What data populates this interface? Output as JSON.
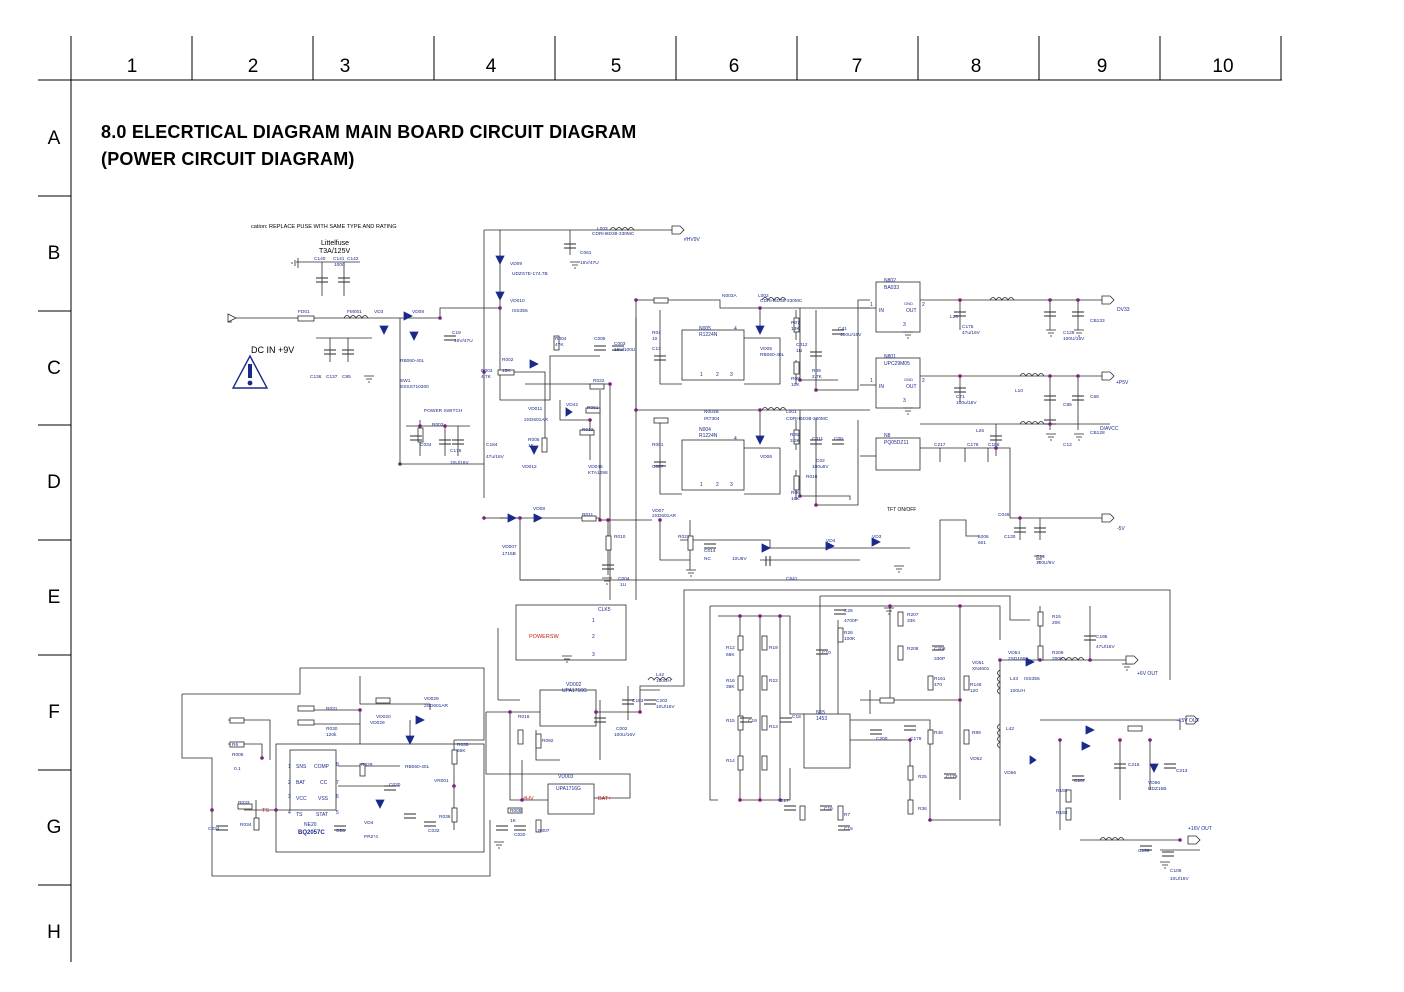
{
  "page": {
    "title_line1": "8.0 ELECRTICAL DIAGRAM    MAIN BOARD CIRCUIT DIAGRAM",
    "title_line2": "(POWER CIRCUIT DIAGRAM)"
  },
  "grid": {
    "columns": [
      "1",
      "2",
      "3",
      "4",
      "5",
      "6",
      "7",
      "8",
      "9",
      "10"
    ],
    "rows": [
      "A",
      "B",
      "C",
      "D",
      "E",
      "F",
      "G",
      "H"
    ]
  },
  "notes": {
    "caution": "cation: REPLACE PUSE WITH SAME TYPE AND RATING",
    "fuse_brand": "Littelfuse",
    "fuse_rating": "T3A/125V",
    "dc_in": "DC IN +9V",
    "tft": "TFT ON/OFF",
    "powersw": "POWERSW"
  },
  "nets": {
    "hv9v": "#HV9V",
    "dv33": "DV33",
    "p5v": "+P5V",
    "davcc": "D/AVCC",
    "m5v": "-5V",
    "p6v": "+6V OUT",
    "m15v": "-15V OUT",
    "p16v": "+16V OUT",
    "ts": "TS",
    "bat": "BAT+",
    "hv": "#HV"
  },
  "ics": {
    "bq": {
      "ref": "NE20",
      "part": "BQ2057C",
      "p1": "SNS",
      "p2": "BAT",
      "p3": "VCC",
      "p4": "TS",
      "p5": "STAT",
      "p6": "VSS",
      "p7": "CC",
      "p8": "COMP"
    },
    "ba033": {
      "ref": "N802",
      "part": "BA033",
      "in": "IN",
      "out": "OUT",
      "gnd": "GND"
    },
    "upc": {
      "ref": "N801",
      "part": "UPC29M05",
      "in": "IN",
      "out": "OUT",
      "gnd": "GND"
    },
    "pq": {
      "ref": "N8",
      "part": "PQ05DZ11"
    },
    "n005": {
      "ref": "N005",
      "part": "R1224N"
    },
    "n004": {
      "ref": "N004",
      "part": "R1224N"
    },
    "n15": {
      "ref": "N15",
      "part": "1453"
    },
    "clk": {
      "ref": "CLK5"
    },
    "vd002": {
      "ref": "VD002",
      "part": "UPA1716G"
    },
    "vd003": {
      "ref": "VD003",
      "part": "UPA1716G"
    }
  },
  "labels": [
    {
      "id": "l1",
      "text": "L003"
    },
    {
      "id": "l2",
      "text": "CDRH6D38-330MC"
    },
    {
      "id": "l3",
      "text": "C061"
    },
    {
      "id": "l4",
      "text": "16V/47U"
    },
    {
      "id": "l5",
      "text": "VD09"
    },
    {
      "id": "l6",
      "text": "UDZS7E-174.7B"
    },
    {
      "id": "l7",
      "text": "VD010"
    },
    {
      "id": "l8",
      "text": "ISS355"
    },
    {
      "id": "l9",
      "text": "C140"
    },
    {
      "id": "l10",
      "text": "C141"
    },
    {
      "id": "l11",
      "text": "C142"
    },
    {
      "id": "l12",
      "text": "100n"
    },
    {
      "id": "l13",
      "text": "FD01"
    },
    {
      "id": "l14",
      "text": "FM001"
    },
    {
      "id": "l15",
      "text": "VD3"
    },
    {
      "id": "l16",
      "text": "VD08"
    },
    {
      "id": "l17",
      "text": "RB060-40L"
    },
    {
      "id": "l18",
      "text": "C19"
    },
    {
      "id": "l19",
      "text": "16V/47U"
    },
    {
      "id": "l20",
      "text": "C136"
    },
    {
      "id": "l21",
      "text": "C137"
    },
    {
      "id": "l22",
      "text": "C85"
    },
    {
      "id": "l23",
      "text": "SW1"
    },
    {
      "id": "l24",
      "text": "SSSS710300"
    },
    {
      "id": "l25",
      "text": "POWER SWITCH"
    },
    {
      "id": "l26",
      "text": "R003"
    },
    {
      "id": "l27",
      "text": "4.7K"
    },
    {
      "id": "l28",
      "text": "R002"
    },
    {
      "id": "l29",
      "text": "15K"
    },
    {
      "id": "l30",
      "text": "VD011"
    },
    {
      "id": "l31",
      "text": "2SD601AR"
    },
    {
      "id": "l32",
      "text": "R004"
    },
    {
      "id": "l33",
      "text": "47K"
    },
    {
      "id": "l34",
      "text": "C005"
    },
    {
      "id": "l35",
      "text": "C003"
    },
    {
      "id": "l36",
      "text": "16V/100U"
    },
    {
      "id": "l37",
      "text": "R04"
    },
    {
      "id": "l38",
      "text": "10"
    },
    {
      "id": "l39",
      "text": "C13"
    },
    {
      "id": "l40",
      "text": "N003A"
    },
    {
      "id": "l41",
      "text": "L002"
    },
    {
      "id": "l42",
      "text": "CDRH6D38-330MC"
    },
    {
      "id": "l43",
      "text": "R07"
    },
    {
      "id": "l44",
      "text": "13K"
    },
    {
      "id": "l45",
      "text": "C012"
    },
    {
      "id": "l46",
      "text": "1N"
    },
    {
      "id": "l47",
      "text": "C41"
    },
    {
      "id": "l48",
      "text": "100U/16V"
    },
    {
      "id": "l49",
      "text": "VD05"
    },
    {
      "id": "l50",
      "text": "RB060-40L"
    },
    {
      "id": "l51",
      "text": "R08"
    },
    {
      "id": "l52",
      "text": "10K"
    },
    {
      "id": "l53",
      "text": "R09"
    },
    {
      "id": "l54",
      "text": "2.7K"
    },
    {
      "id": "l55",
      "text": "R022"
    },
    {
      "id": "l56",
      "text": "VD42"
    },
    {
      "id": "l57",
      "text": "R061"
    },
    {
      "id": "l58",
      "text": "R012"
    },
    {
      "id": "l59",
      "text": "R005"
    },
    {
      "id": "l60",
      "text": "1K"
    },
    {
      "id": "l61",
      "text": "VD012"
    },
    {
      "id": "l62",
      "text": "VD045"
    },
    {
      "id": "l63",
      "text": "KTA1298"
    },
    {
      "id": "l64",
      "text": "N003B"
    },
    {
      "id": "l65",
      "text": "IR7304"
    },
    {
      "id": "l66",
      "text": "L001"
    },
    {
      "id": "l67",
      "text": "CDRH6D38-220MC"
    },
    {
      "id": "l68",
      "text": "R05"
    },
    {
      "id": "l69",
      "text": "3.3K"
    },
    {
      "id": "l70",
      "text": "C011"
    },
    {
      "id": "l71",
      "text": "C08"
    },
    {
      "id": "l72",
      "text": "VD06"
    },
    {
      "id": "l73",
      "text": "C02"
    },
    {
      "id": "l74",
      "text": "100u6V"
    },
    {
      "id": "l75",
      "text": "R010"
    },
    {
      "id": "l76",
      "text": "R06"
    },
    {
      "id": "l77",
      "text": "10K"
    },
    {
      "id": "l78",
      "text": "R001"
    },
    {
      "id": "l79",
      "text": "C007"
    },
    {
      "id": "l80",
      "text": "C184"
    },
    {
      "id": "l81",
      "text": "47u/16V"
    },
    {
      "id": "l82",
      "text": "R003"
    },
    {
      "id": "l83",
      "text": "C034"
    },
    {
      "id": "l84",
      "text": "C176"
    },
    {
      "id": "l85",
      "text": "10U/16V"
    },
    {
      "id": "l86",
      "text": "VD007"
    },
    {
      "id": "l87",
      "text": "1715B"
    },
    {
      "id": "l88",
      "text": "VD08"
    },
    {
      "id": "l89",
      "text": "R011"
    },
    {
      "id": "l90",
      "text": "R010"
    },
    {
      "id": "l91",
      "text": "VD07"
    },
    {
      "id": "l92",
      "text": "2SD601AR"
    },
    {
      "id": "l93",
      "text": "R021"
    },
    {
      "id": "l94",
      "text": "C014"
    },
    {
      "id": "l95",
      "text": "NC"
    },
    {
      "id": "l96",
      "text": "C004"
    },
    {
      "id": "l97",
      "text": "1U"
    },
    {
      "id": "l98",
      "text": "C641"
    },
    {
      "id": "l99",
      "text": "10U6V"
    },
    {
      "id": "l100",
      "text": "VD4"
    },
    {
      "id": "l101",
      "text": "VD3"
    },
    {
      "id": "l102",
      "text": "C046"
    },
    {
      "id": "l103",
      "text": "L006"
    },
    {
      "id": "l104",
      "text": "601"
    },
    {
      "id": "l105",
      "text": "C130"
    },
    {
      "id": "l106",
      "text": "C14"
    },
    {
      "id": "l107",
      "text": "100U/6V"
    },
    {
      "id": "l108",
      "text": "C217"
    },
    {
      "id": "l109",
      "text": "C176"
    },
    {
      "id": "l110",
      "text": "C186"
    },
    {
      "id": "l111",
      "text": "L20"
    },
    {
      "id": "l112",
      "text": "C175"
    },
    {
      "id": "l113",
      "text": "47u/16V"
    },
    {
      "id": "l114",
      "text": "C126"
    },
    {
      "id": "l115",
      "text": "100U/16V"
    },
    {
      "id": "l116",
      "text": "CB133"
    },
    {
      "id": "l117",
      "text": "C71"
    },
    {
      "id": "l118",
      "text": "100u/16V"
    },
    {
      "id": "l119",
      "text": "L10"
    },
    {
      "id": "l120",
      "text": "C85"
    },
    {
      "id": "l121",
      "text": "C68"
    },
    {
      "id": "l122",
      "text": "C12"
    },
    {
      "id": "l123",
      "text": "CB128"
    },
    {
      "id": "l124",
      "text": "L26"
    },
    {
      "id": "l125",
      "text": "C25"
    },
    {
      "id": "l126",
      "text": "4700P"
    },
    {
      "id": "l127",
      "text": "R26"
    },
    {
      "id": "l128",
      "text": "100K"
    },
    {
      "id": "l129",
      "text": "R207"
    },
    {
      "id": "l130",
      "text": "33K"
    },
    {
      "id": "l131",
      "text": "R208"
    },
    {
      "id": "l132",
      "text": "C206"
    },
    {
      "id": "l133",
      "text": "330P"
    },
    {
      "id": "l134",
      "text": "VD51"
    },
    {
      "id": "l135",
      "text": "XN4601"
    },
    {
      "id": "l136",
      "text": "R161"
    },
    {
      "id": "l137",
      "text": "470"
    },
    {
      "id": "l138",
      "text": "R146"
    },
    {
      "id": "l139",
      "text": "120"
    },
    {
      "id": "l140",
      "text": "VD54"
    },
    {
      "id": "l141",
      "text": "2SD1664"
    },
    {
      "id": "l142",
      "text": "L43"
    },
    {
      "id": "l143",
      "text": "100UH"
    },
    {
      "id": "l144",
      "text": "ISS355"
    },
    {
      "id": "l145",
      "text": "R15"
    },
    {
      "id": "l146",
      "text": "20K"
    },
    {
      "id": "l147",
      "text": "R209"
    },
    {
      "id": "l148",
      "text": "200K"
    },
    {
      "id": "l149",
      "text": "C195"
    },
    {
      "id": "l150",
      "text": "47U/16V"
    },
    {
      "id": "l151",
      "text": "R12"
    },
    {
      "id": "l152",
      "text": "68K"
    },
    {
      "id": "l153",
      "text": "R16"
    },
    {
      "id": "l154",
      "text": "39K"
    },
    {
      "id": "l155",
      "text": "R19"
    },
    {
      "id": "l156",
      "text": "R22"
    },
    {
      "id": "l157",
      "text": "C10"
    },
    {
      "id": "l158",
      "text": "L42"
    },
    {
      "id": "l159",
      "text": "100UH"
    },
    {
      "id": "l160",
      "text": "C183"
    },
    {
      "id": "l161",
      "text": "C202"
    },
    {
      "id": "l162",
      "text": "10U/16V"
    },
    {
      "id": "l163",
      "text": "R15"
    },
    {
      "id": "l164",
      "text": "C19"
    },
    {
      "id": "l165",
      "text": "R13"
    },
    {
      "id": "l166",
      "text": "C18"
    },
    {
      "id": "l167",
      "text": "C200"
    },
    {
      "id": "l168",
      "text": "C178"
    },
    {
      "id": "l169",
      "text": "R48"
    },
    {
      "id": "l170",
      "text": "R89"
    },
    {
      "id": "l171",
      "text": "L42"
    },
    {
      "id": "l172",
      "text": "R14"
    },
    {
      "id": "l173",
      "text": "R25"
    },
    {
      "id": "l174",
      "text": "C179"
    },
    {
      "id": "l175",
      "text": "VD52"
    },
    {
      "id": "l176",
      "text": "VD56"
    },
    {
      "id": "l177",
      "text": "R192"
    },
    {
      "id": "l178",
      "text": "C207"
    },
    {
      "id": "l179",
      "text": "C17"
    },
    {
      "id": "l180",
      "text": "C16"
    },
    {
      "id": "l181",
      "text": "R7"
    },
    {
      "id": "l182",
      "text": "C15"
    },
    {
      "id": "l183",
      "text": "R36"
    },
    {
      "id": "l184",
      "text": "R193"
    },
    {
      "id": "l185",
      "text": "C215"
    },
    {
      "id": "l186",
      "text": "VD56"
    },
    {
      "id": "l187",
      "text": "UDZ15B"
    },
    {
      "id": "l188",
      "text": "C213"
    },
    {
      "id": "l189",
      "text": "C199"
    },
    {
      "id": "l190",
      "text": "C106"
    },
    {
      "id": "l191",
      "text": "10U/16V"
    },
    {
      "id": "l192",
      "text": "R031"
    },
    {
      "id": "l193",
      "text": "R030"
    },
    {
      "id": "l194",
      "text": "120k"
    },
    {
      "id": "l195",
      "text": "VD029"
    },
    {
      "id": "l196",
      "text": "VD020"
    },
    {
      "id": "l197",
      "text": "VD029"
    },
    {
      "id": "l198",
      "text": "2SD601AR"
    },
    {
      "id": "l199",
      "text": "R035"
    },
    {
      "id": "l200",
      "text": "56K"
    },
    {
      "id": "l201",
      "text": "R029"
    },
    {
      "id": "l202",
      "text": "RB060-40L"
    },
    {
      "id": "l203",
      "text": "C030"
    },
    {
      "id": "l204",
      "text": "VR001"
    },
    {
      "id": "l205",
      "text": "R036"
    },
    {
      "id": "l206",
      "text": "C032"
    },
    {
      "id": "l207",
      "text": "R033"
    },
    {
      "id": "l208",
      "text": "R034"
    },
    {
      "id": "l209",
      "text": "C034"
    },
    {
      "id": "l210",
      "text": "CB1"
    },
    {
      "id": "l211",
      "text": "VD4"
    },
    {
      "id": "l212",
      "text": "PR2*4"
    },
    {
      "id": "l213",
      "text": "R016"
    },
    {
      "id": "l214",
      "text": "R092"
    },
    {
      "id": "l215",
      "text": "C002"
    },
    {
      "id": "l216",
      "text": "100U/16V"
    },
    {
      "id": "l217",
      "text": "R008"
    },
    {
      "id": "l218",
      "text": "C020"
    },
    {
      "id": "l219",
      "text": "R007"
    },
    {
      "id": "l220",
      "text": "1K"
    },
    {
      "id": "l221",
      "text": "0.1"
    },
    {
      "id": "l222",
      "text": "R006"
    },
    {
      "id": "l223",
      "text": "R6"
    }
  ]
}
